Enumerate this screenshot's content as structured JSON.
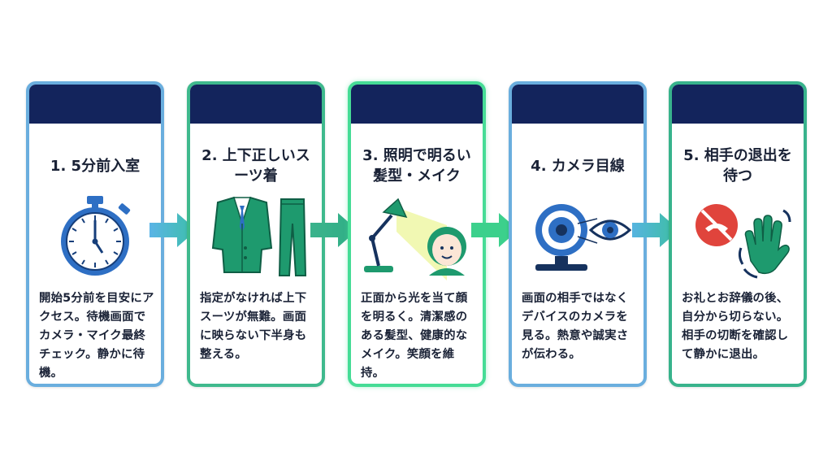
{
  "steps": [
    {
      "title": "1. 5分前入室",
      "desc": "開始5分前を目安にアクセス。待機画面でカメラ・マイク最終チェック。静かに待機。",
      "icon": "stopwatch-icon"
    },
    {
      "title": "2. 上下正しいスーツ着",
      "desc": "指定がなければ上下スーツが無難。画面に映らない下半身も整える。",
      "icon": "suit-icon"
    },
    {
      "title": "3. 照明で明るい髪型・メイク",
      "desc": "正面から光を当て顔を明るく。清潔感のある髪型、健康的なメイク。笑顔を維持。",
      "icon": "desk-lamp-face-icon"
    },
    {
      "title": "4. カメラ目線",
      "desc": "画面の相手ではなくデバイスのカメラを見る。熱意や誠実さが伝わる。",
      "icon": "webcam-eye-icon"
    },
    {
      "title": "5. 相手の退出を待つ",
      "desc": "お礼とお辞儀の後、自分から切らない。相手の切断を確認して静かに退出。",
      "icon": "end-call-wave-icon"
    }
  ],
  "colors": {
    "band": "#13245c",
    "blue": "#3a7fd0",
    "green": "#1e9a6e",
    "arrow_start": "#5ab4e6",
    "arrow_end": "#3cd08c"
  }
}
